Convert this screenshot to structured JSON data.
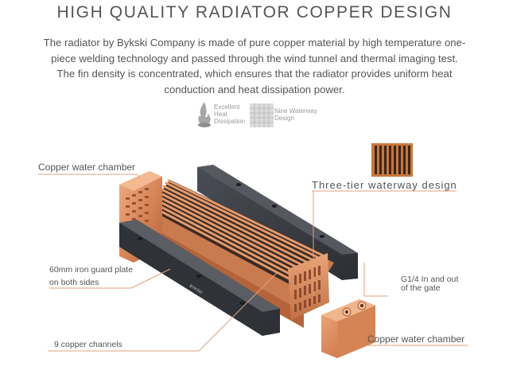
{
  "header": {
    "title": "HIGH QUALITY RADIATOR COPPER DESIGN",
    "intro_lines": [
      "The radiator by Bykski Company is made of pure copper material by high temperature one-",
      "piece welding technology and passed through the wind tunnel and thermal imaging test.",
      "The fin density is concentrated, which ensures that the radiator provides uniform heat",
      "conduction and heat dissipation power."
    ]
  },
  "features": [
    {
      "icon": "flame-heat-icon",
      "label_lines": [
        "Excellent",
        "Heat",
        "Dissipation"
      ]
    },
    {
      "icon": "waterway-grid-icon",
      "label_lines": [
        "Nine Waterway",
        "Design"
      ]
    }
  ],
  "callouts": {
    "copper_chamber_left": "Copper water chamber",
    "three_tier": "Three-tier waterway design",
    "guard_plate_line1": "60mm iron guard plate",
    "guard_plate_line2": "on both sides",
    "g14_line1": "G1/4 In and out",
    "g14_line2": "of the gate",
    "copper_channels": "9 copper channels",
    "copper_chamber_right": "Copper water chamber"
  },
  "product": {
    "plate_logo": "BYKSKI"
  },
  "colors": {
    "copper": "#d98a5c",
    "copper_dark": "#b8643a",
    "steel": "#3a3d44",
    "leader": "#e2a27a",
    "text": "#555555"
  }
}
